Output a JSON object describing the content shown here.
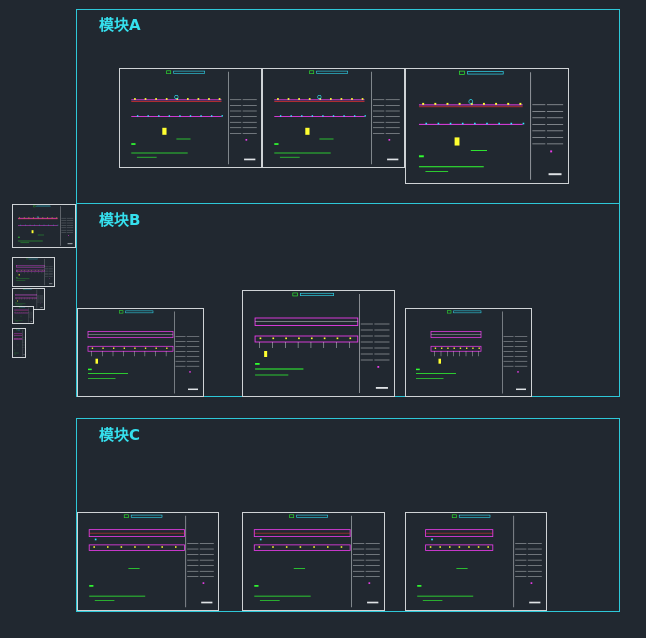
{
  "canvas": {
    "background": "#212830",
    "frame_color": "#2ec8d8",
    "label_color": "#35e0ee",
    "sheet_border_color": "#cfd3d6",
    "drawing_colors": {
      "magenta": "#e83ce8",
      "red": "#ff3030",
      "yellow": "#ffff30",
      "green": "#30ff30",
      "cyan": "#30e8ff",
      "white": "#dfe3e6"
    }
  },
  "modules": [
    {
      "label": "模块A"
    },
    {
      "label": "模块B"
    },
    {
      "label": "模块C"
    }
  ]
}
